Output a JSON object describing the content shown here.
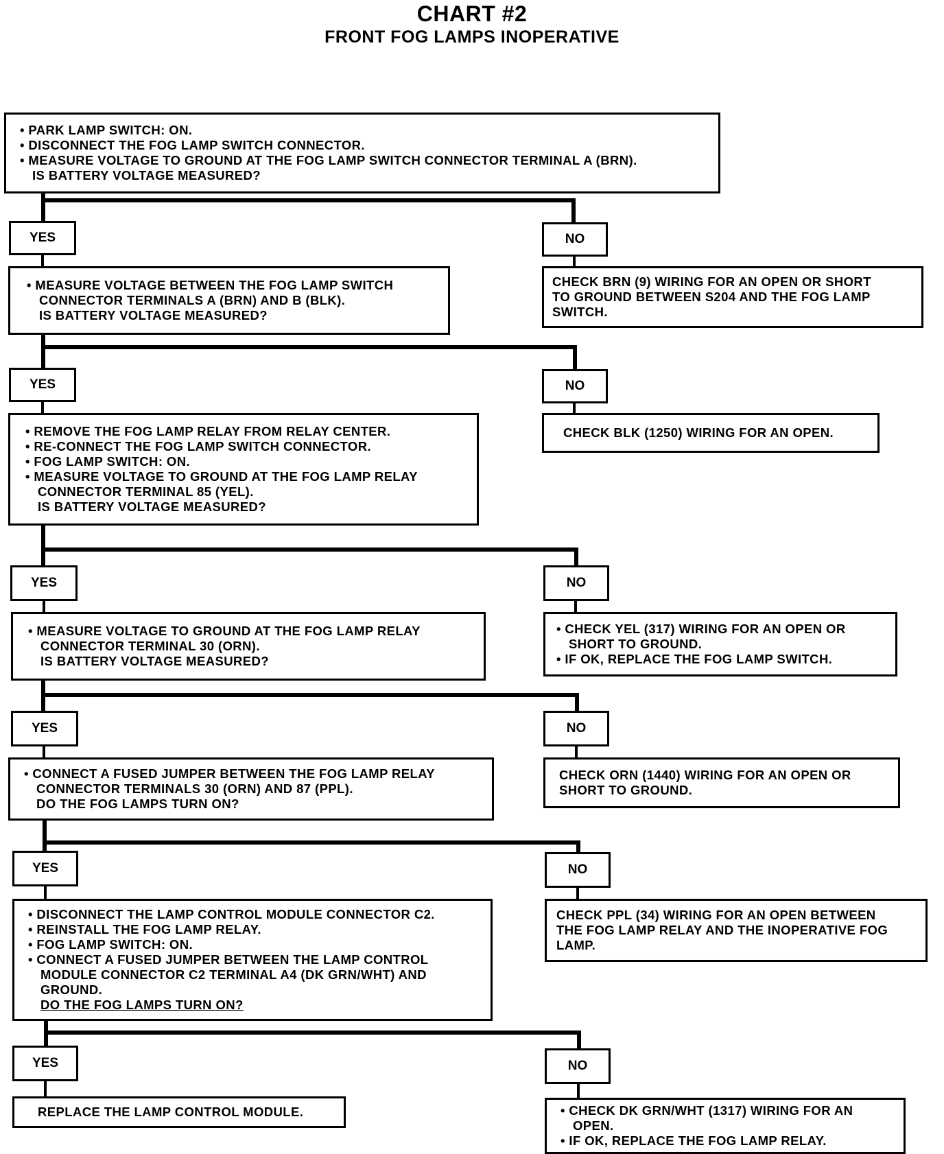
{
  "title": "CHART #2",
  "subtitle": "FRONT FOG LAMPS INOPERATIVE",
  "yes_label": "YES",
  "no_label": "NO",
  "steps": [
    {
      "lines": [
        "• PARK LAMP SWITCH: ON.",
        "• DISCONNECT THE FOG LAMP SWITCH CONNECTOR.",
        "• MEASURE VOLTAGE TO GROUND AT THE FOG LAMP SWITCH CONNECTOR TERMINAL A (BRN).",
        "IS BATTERY VOLTAGE MEASURED?"
      ],
      "no_result": [
        "CHECK BRN (9) WIRING FOR AN OPEN OR SHORT",
        "TO GROUND BETWEEN S204 AND THE FOG LAMP",
        "SWITCH."
      ]
    },
    {
      "lines": [
        "• MEASURE VOLTAGE BETWEEN THE FOG LAMP SWITCH",
        "CONNECTOR TERMINALS A (BRN) AND B (BLK).",
        "IS BATTERY VOLTAGE MEASURED?"
      ],
      "no_result": [
        "CHECK BLK (1250) WIRING FOR AN OPEN."
      ]
    },
    {
      "lines": [
        "• REMOVE THE FOG LAMP RELAY FROM RELAY CENTER.",
        "• RE-CONNECT THE FOG LAMP SWITCH CONNECTOR.",
        "• FOG LAMP SWITCH: ON.",
        "• MEASURE VOLTAGE TO GROUND AT THE FOG LAMP RELAY",
        "CONNECTOR TERMINAL 85 (YEL).",
        "IS BATTERY VOLTAGE MEASURED?"
      ],
      "no_result": [
        "• CHECK YEL (317) WIRING FOR AN OPEN OR",
        "SHORT TO GROUND.",
        "• IF OK, REPLACE THE FOG LAMP SWITCH."
      ]
    },
    {
      "lines": [
        "• MEASURE VOLTAGE TO GROUND AT THE FOG LAMP RELAY",
        "CONNECTOR TERMINAL 30 (ORN).",
        "IS BATTERY VOLTAGE MEASURED?"
      ],
      "no_result": [
        "CHECK ORN (1440) WIRING FOR AN OPEN OR",
        "SHORT TO GROUND."
      ]
    },
    {
      "lines": [
        "• CONNECT A FUSED JUMPER BETWEEN THE FOG LAMP RELAY",
        "CONNECTOR TERMINALS 30 (ORN) AND 87 (PPL).",
        "DO THE FOG LAMPS TURN ON?"
      ],
      "no_result": [
        "CHECK PPL (34) WIRING FOR AN OPEN BETWEEN",
        "THE FOG LAMP RELAY AND THE INOPERATIVE FOG",
        "LAMP."
      ]
    },
    {
      "lines": [
        "• DISCONNECT THE LAMP CONTROL MODULE CONNECTOR C2.",
        "• REINSTALL THE FOG LAMP RELAY.",
        "• FOG LAMP SWITCH: ON.",
        "• CONNECT A FUSED JUMPER BETWEEN THE LAMP CONTROL",
        "MODULE CONNECTOR C2 TERMINAL A4 (DK GRN/WHT) AND",
        "GROUND.",
        "DO THE FOG LAMPS TURN ON?"
      ],
      "no_result": [
        "• CHECK DK GRN/WHT (1317) WIRING FOR AN",
        "OPEN.",
        "• IF OK, REPLACE THE FOG LAMP RELAY."
      ],
      "yes_result": [
        "REPLACE THE LAMP CONTROL MODULE."
      ]
    }
  ]
}
